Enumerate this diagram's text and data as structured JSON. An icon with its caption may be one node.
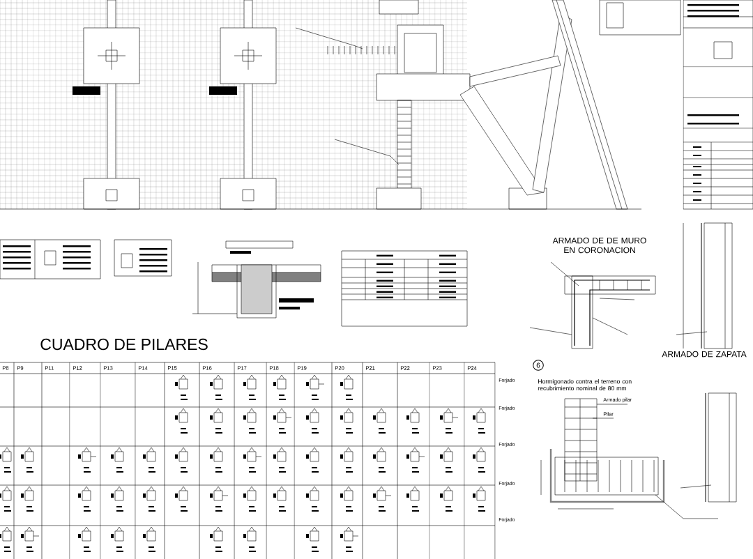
{
  "diagram": {
    "labels": [
      "ARMADO DE DE MURO EN CORONACION",
      "CUADRO DE PILARES",
      "ARMADO DE ZAPATA",
      "6",
      "P8",
      "P9",
      "P11",
      "P12",
      "P13",
      "P14",
      "P15",
      "P16",
      "P17",
      "P18",
      "P19",
      "P20",
      "P21",
      "P22",
      "P23",
      "P24",
      "Hormigonado contra el terreno con recubrimiento nominal de 80 mm",
      "Forjado",
      "Armado pilar",
      "Pilar",
      "Forjado",
      "Forjado",
      "Forjado",
      "Forjado"
    ]
  }
}
